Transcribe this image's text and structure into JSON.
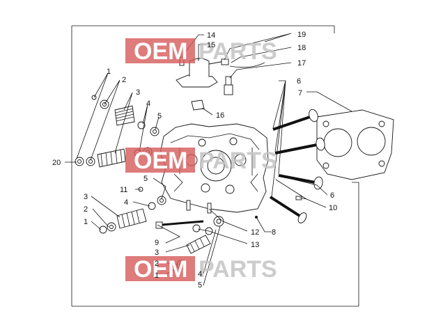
{
  "watermark": {
    "left_text": "OEM",
    "mid_text": "PARTS",
    "repeated": 3
  },
  "callouts": [
    {
      "id": "c1a",
      "text": "1"
    },
    {
      "id": "c2a",
      "text": "2"
    },
    {
      "id": "c3a",
      "text": "3"
    },
    {
      "id": "c4a",
      "text": "4"
    },
    {
      "id": "c5a",
      "text": "5"
    },
    {
      "id": "c20",
      "text": "20"
    },
    {
      "id": "c14",
      "text": "14"
    },
    {
      "id": "c15",
      "text": "15"
    },
    {
      "id": "c19",
      "text": "19"
    },
    {
      "id": "c18",
      "text": "18"
    },
    {
      "id": "c17",
      "text": "17"
    },
    {
      "id": "c16",
      "text": "16"
    },
    {
      "id": "c6a",
      "text": "6"
    },
    {
      "id": "c7",
      "text": "7"
    },
    {
      "id": "c5b",
      "text": "5"
    },
    {
      "id": "c11",
      "text": "11"
    },
    {
      "id": "c4b",
      "text": "4"
    },
    {
      "id": "c3b",
      "text": "3"
    },
    {
      "id": "c2b",
      "text": "2"
    },
    {
      "id": "c1b",
      "text": "1"
    },
    {
      "id": "c9",
      "text": "9"
    },
    {
      "id": "c3c",
      "text": "3"
    },
    {
      "id": "c12",
      "text": "12"
    },
    {
      "id": "c8",
      "text": "8"
    },
    {
      "id": "c13",
      "text": "13"
    },
    {
      "id": "c2c",
      "text": "2"
    },
    {
      "id": "c1c",
      "text": "1"
    },
    {
      "id": "c4c",
      "text": "4"
    },
    {
      "id": "c5c",
      "text": "5"
    },
    {
      "id": "c6b",
      "text": "6"
    },
    {
      "id": "c10",
      "text": "10"
    }
  ]
}
